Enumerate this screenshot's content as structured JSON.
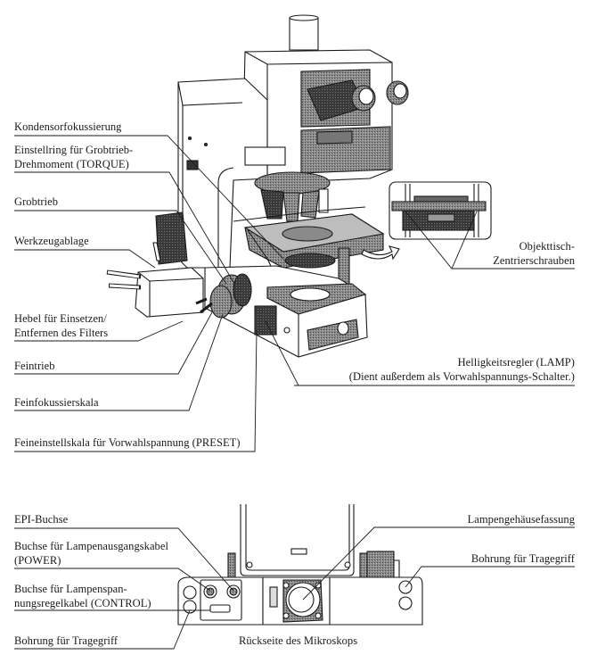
{
  "figure": {
    "top_view": {
      "labels": {
        "kondensor": "Kondensorfokussierung",
        "torque_1": "Einstellring für Grobtrieb-",
        "torque_2": "Drehmoment (TORQUE)",
        "grobtrieb": "Grobtrieb",
        "werkzeug": "Werkzeugablage",
        "hebel_1": "Hebel für Einsetzen/",
        "hebel_2": "Entfernen des Filters",
        "feintrieb": "Feintrieb",
        "feinfokus": "Feinfokussierskala",
        "preset": "Feineinstellskala für Vorwahlspannung (PRESET)",
        "objekttisch_1": "Objekttisch-",
        "objekttisch_2": "Zentrierschrauben",
        "lamp_1": "Helligkeitsregler (LAMP)",
        "lamp_2": "(Dient außerdem als Vorwahlspannungs-Schalter.)"
      }
    },
    "rear_view": {
      "caption": "Rückseite des Mikroskops",
      "labels": {
        "epi": "EPI-Buchse",
        "power_1": "Buchse für Lampenausgangskabel",
        "power_2": "(POWER)",
        "control_1": "Buchse für Lampenspan-",
        "control_2": "nungsregelkabel (CONTROL)",
        "bohrung_left": "Bohrung für Tragegriff",
        "lampenhaus": "Lampengehäusefassung",
        "bohrung_right": "Bohrung für Tragegriff"
      }
    },
    "colors": {
      "ink": "#1a1a1a",
      "shade": "#5a5a5a",
      "dark": "#2b2b2b",
      "paper": "#ffffff"
    }
  }
}
